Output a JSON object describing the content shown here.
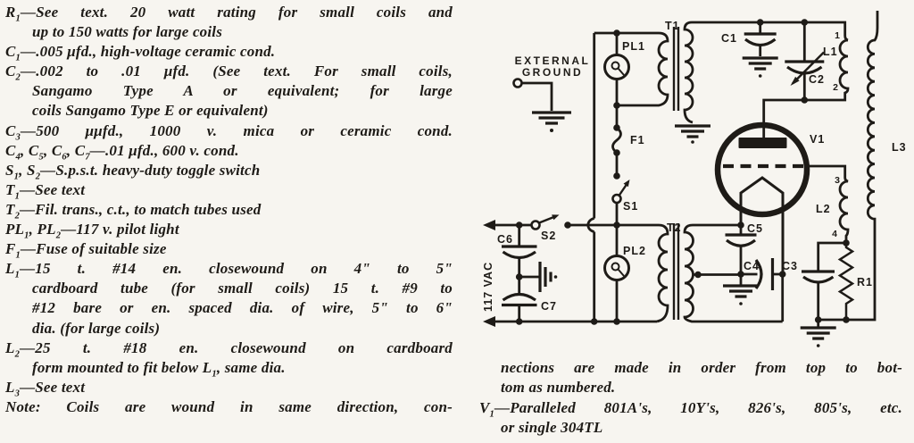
{
  "page": {
    "background": "#f7f5f0",
    "ink": "#1e1b17"
  },
  "parts_list": {
    "lines": [
      {
        "t": "R_1—See text. 20 watt rating for small coils and",
        "i": 0,
        "j": 1
      },
      {
        "t": "up to 150 watts for large coils",
        "i": 1,
        "j": 0
      },
      {
        "t": "C_1—.005 μfd., high-voltage ceramic cond.",
        "i": 0,
        "j": 0
      },
      {
        "t": "C_2—.002 to .01 μfd. (See text. For small coils,",
        "i": 0,
        "j": 1
      },
      {
        "t": "Sangamo Type A or equivalent; for large",
        "i": 1,
        "j": 1
      },
      {
        "t": "coils Sangamo Type E or equivalent)",
        "i": 1,
        "j": 0
      },
      {
        "t": "C_3—500 μμfd., 1000 v. mica or ceramic cond.",
        "i": 0,
        "j": 1
      },
      {
        "t": "C_4, C_5, C_6, C_7—.01 μfd., 600 v. cond.",
        "i": 0,
        "j": 0
      },
      {
        "t": "S_1, S_2—S.p.s.t. heavy-duty toggle switch",
        "i": 0,
        "j": 0
      },
      {
        "t": "T_1—See text",
        "i": 0,
        "j": 0
      },
      {
        "t": "T_2—Fil. trans., c.t., to match tubes used",
        "i": 0,
        "j": 0
      },
      {
        "t": "PL_1, PL_2—117 v. pilot light",
        "i": 0,
        "j": 0
      },
      {
        "t": "F_1—Fuse of suitable size",
        "i": 0,
        "j": 0
      },
      {
        "t": "L_1—15 t. #14 en. closewound on 4\" to 5\"",
        "i": 0,
        "j": 1
      },
      {
        "t": "cardboard tube (for small coils) 15 t. #9 to",
        "i": 1,
        "j": 1
      },
      {
        "t": "#12 bare or en. spaced dia. of wire, 5\" to 6\"",
        "i": 1,
        "j": 1
      },
      {
        "t": "dia. (for large coils)",
        "i": 1,
        "j": 0
      },
      {
        "t": "L_2—25 t. #18 en. closewound on cardboard",
        "i": 0,
        "j": 1
      },
      {
        "t": "form mounted to fit below L_1, same dia.",
        "i": 1,
        "j": 0
      },
      {
        "t": "L_3—See text",
        "i": 0,
        "j": 0
      },
      {
        "t": "Note: Coils are wound in same direction, con-",
        "i": 0,
        "j": 1
      }
    ]
  },
  "caption": {
    "lines": [
      {
        "t": "nections are made in order from top to bot-",
        "i": 1,
        "j": 1
      },
      {
        "t": "tom as numbered.",
        "i": 1,
        "j": 0
      },
      {
        "t": "V_1—Paralleled 801A's, 10Y's, 826's, 805's, etc.",
        "i": 0,
        "j": 1
      },
      {
        "t": "or single 304TL",
        "i": 1,
        "j": 0
      }
    ]
  },
  "schematic": {
    "labels": {
      "ext_line1": "EXTERNAL",
      "ext_line2": "GROUND",
      "vac": "117 VAC",
      "pl1": "PL1",
      "pl2": "PL2",
      "t1": "T1",
      "t2": "T2",
      "c1": "C1",
      "c2": "C2",
      "c3": "C3",
      "c4": "C4",
      "c5": "C5",
      "c6": "C6",
      "c7": "C7",
      "l1": "L1",
      "l2": "L2",
      "l3": "L3",
      "f1": "F1",
      "s1": "S1",
      "s2": "S2",
      "v1": "V1",
      "r1": "R1",
      "n1": "1",
      "n2": "2",
      "n3": "3",
      "n4": "4"
    }
  }
}
